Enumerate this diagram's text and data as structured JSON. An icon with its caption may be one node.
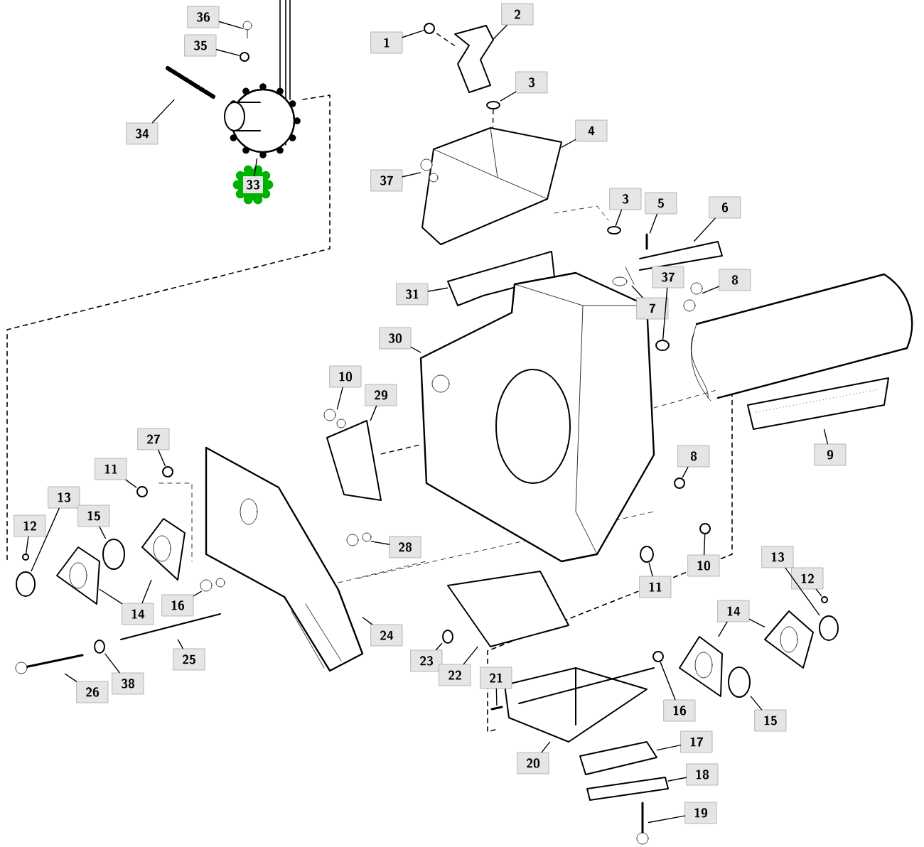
{
  "diagram": {
    "nodes": [
      {
        "text": [
          "36"
        ]
      },
      {
        "text": [
          "2"
        ]
      },
      {
        "text": [
          "35"
        ]
      },
      {
        "text": [
          "1"
        ]
      },
      {
        "text": [
          "3"
        ]
      },
      {
        "text": [
          "34"
        ]
      },
      {
        "text": [
          "4"
        ]
      },
      {
        "text": [
          "37"
        ]
      },
      {
        "text": [
          "33"
        ]
      },
      {
        "text": [
          "3"
        ]
      },
      {
        "text": [
          "5"
        ]
      },
      {
        "text": [
          "6"
        ]
      },
      {
        "text": [
          "37"
        ]
      },
      {
        "text": [
          "8"
        ]
      },
      {
        "text": [
          "31"
        ]
      },
      {
        "text": [
          "7"
        ]
      },
      {
        "text": [
          "30"
        ]
      },
      {
        "text": [
          "10"
        ]
      },
      {
        "text": [
          "29"
        ]
      },
      {
        "text": [
          "27"
        ]
      },
      {
        "text": [
          "9"
        ]
      },
      {
        "text": [
          "8"
        ]
      },
      {
        "text": [
          "11"
        ]
      },
      {
        "text": [
          "13"
        ]
      },
      {
        "text": [
          "15"
        ]
      },
      {
        "text": [
          "12"
        ]
      },
      {
        "text": [
          "28"
        ]
      },
      {
        "text": [
          "13"
        ]
      },
      {
        "text": [
          "10"
        ]
      },
      {
        "text": [
          "12"
        ]
      },
      {
        "text": [
          "11"
        ]
      },
      {
        "text": [
          "16"
        ]
      },
      {
        "text": [
          "14"
        ]
      },
      {
        "text": [
          "14"
        ]
      },
      {
        "text": [
          "24"
        ]
      },
      {
        "text": [
          "25"
        ]
      },
      {
        "text": [
          "23"
        ]
      },
      {
        "text": [
          "22"
        ]
      },
      {
        "text": [
          "21"
        ]
      },
      {
        "text": [
          "38"
        ]
      },
      {
        "text": [
          "26"
        ]
      },
      {
        "text": [
          "16"
        ]
      },
      {
        "text": [
          "15"
        ]
      },
      {
        "text": [
          "17"
        ]
      },
      {
        "text": [
          "20"
        ]
      },
      {
        "text": [
          "18"
        ]
      },
      {
        "text": [
          "19"
        ]
      },
      {
        "text": [],
        "shape": "picture"
      },
      {
        "text": [],
        "shape": "picture"
      },
      {
        "text": [],
        "shape": "circle"
      },
      {
        "text": [],
        "shape": "circle"
      },
      {
        "text": [],
        "shape": "circle"
      },
      {
        "text": [],
        "shape": "picture"
      },
      {
        "text": [],
        "shape": "picture"
      },
      {
        "text": [],
        "shape": "picture"
      },
      {
        "text": [],
        "shape": "picture"
      },
      {
        "text": [],
        "shape": "circle"
      },
      {
        "text": [],
        "shape": "picture"
      },
      {
        "text": [],
        "shape": "picture"
      },
      {
        "text": [],
        "shape": "circle"
      },
      {
        "text": [],
        "shape": "picture"
      },
      {
        "text": [],
        "shape": "picture"
      },
      {
        "text": [],
        "shape": "picture"
      },
      {
        "text": [],
        "shape": "picture"
      },
      {
        "text": [],
        "shape": "picture"
      },
      {
        "text": [],
        "shape": "picture"
      },
      {
        "text": [],
        "shape": "circle"
      },
      {
        "text": [],
        "shape": "picture"
      },
      {
        "text": [],
        "shape": "circle"
      },
      {
        "text": [],
        "shape": "circle"
      },
      {
        "text": [],
        "shape": "circle"
      },
      {
        "text": [],
        "shape": "circle"
      },
      {
        "text": [],
        "shape": "circle"
      },
      {
        "text": [],
        "shape": "picture"
      },
      {
        "text": [],
        "shape": "circle"
      },
      {
        "text": [],
        "shape": "circle"
      },
      {
        "text": [],
        "shape": "circle"
      },
      {
        "text": [],
        "shape": "circle"
      },
      {
        "text": [],
        "shape": "picture"
      },
      {
        "text": [],
        "shape": "picture"
      },
      {
        "text": [],
        "shape": "picture"
      },
      {
        "text": [],
        "shape": "picture"
      },
      {
        "text": [],
        "shape": "picture"
      },
      {
        "text": [],
        "shape": "picture"
      },
      {
        "text": [],
        "shape": "picture"
      },
      {
        "text": [],
        "shape": "circle"
      },
      {
        "text": [],
        "shape": "picture"
      },
      {
        "text": [],
        "shape": "picture"
      },
      {
        "text": [],
        "shape": "circle"
      },
      {
        "text": [],
        "shape": "picture"
      },
      {
        "text": [],
        "shape": "circle"
      },
      {
        "text": [],
        "shape": "circle"
      },
      {
        "text": [],
        "shape": "picture"
      },
      {
        "text": [],
        "shape": "picture"
      },
      {
        "text": [],
        "shape": "bar"
      },
      {
        "text": [],
        "shape": "picture"
      }
    ],
    "edges": [
      {
        "from": 0,
        "to": 47,
        "arrow": "none"
      },
      {
        "from": 1,
        "to": 48,
        "arrow": "none"
      },
      {
        "from": 2,
        "to": 49,
        "arrow": "none"
      },
      {
        "from": 3,
        "to": 50,
        "arrow": "none"
      },
      {
        "from": 4,
        "to": 51,
        "arrow": "none"
      },
      {
        "from": 5,
        "to": 52,
        "arrow": "none"
      },
      {
        "from": 6,
        "to": 53,
        "arrow": "none"
      },
      {
        "from": 7,
        "to": 54,
        "arrow": "none"
      },
      {
        "from": 8,
        "to": 55,
        "arrow": "none"
      },
      {
        "from": 9,
        "to": 56,
        "arrow": "none"
      },
      {
        "from": 10,
        "to": 57,
        "arrow": "none"
      },
      {
        "from": 11,
        "to": 58,
        "arrow": "none"
      },
      {
        "from": 12,
        "to": 59,
        "arrow": "none"
      },
      {
        "from": 13,
        "to": 60,
        "arrow": "none"
      },
      {
        "from": 14,
        "to": 61,
        "arrow": "none"
      },
      {
        "from": 15,
        "to": 62,
        "arrow": "none"
      },
      {
        "from": 16,
        "to": 63,
        "arrow": "none"
      },
      {
        "from": 17,
        "to": 64,
        "arrow": "none"
      },
      {
        "from": 18,
        "to": 65,
        "arrow": "none"
      },
      {
        "from": 19,
        "to": 66,
        "arrow": "none"
      },
      {
        "from": 20,
        "to": 67,
        "arrow": "none"
      },
      {
        "from": 21,
        "to": 68,
        "arrow": "none"
      },
      {
        "from": 22,
        "to": 69,
        "arrow": "none"
      },
      {
        "from": 23,
        "to": 70,
        "arrow": "none"
      },
      {
        "from": 24,
        "to": 71,
        "arrow": "none"
      },
      {
        "from": 25,
        "to": 72,
        "arrow": "none"
      },
      {
        "from": 26,
        "to": 73,
        "arrow": "none"
      },
      {
        "from": 27,
        "to": 74,
        "arrow": "none"
      },
      {
        "from": 28,
        "to": 75,
        "arrow": "none"
      },
      {
        "from": 29,
        "to": 76,
        "arrow": "none"
      },
      {
        "from": 30,
        "to": 77,
        "arrow": "none"
      },
      {
        "from": 31,
        "to": 78,
        "arrow": "none"
      },
      {
        "from": 32,
        "to": 79,
        "arrow": "none"
      },
      {
        "from": 32,
        "to": 80,
        "arrow": "none"
      },
      {
        "from": 33,
        "to": 81,
        "arrow": "none"
      },
      {
        "from": 33,
        "to": 82,
        "arrow": "none"
      },
      {
        "from": 34,
        "to": 83,
        "arrow": "none"
      },
      {
        "from": 35,
        "to": 84,
        "arrow": "none"
      },
      {
        "from": 36,
        "to": 85,
        "arrow": "none"
      },
      {
        "from": 37,
        "to": 86,
        "arrow": "none"
      },
      {
        "from": 38,
        "to": 87,
        "arrow": "none"
      },
      {
        "from": 39,
        "to": 88,
        "arrow": "none"
      },
      {
        "from": 40,
        "to": 89,
        "arrow": "none"
      },
      {
        "from": 41,
        "to": 90,
        "arrow": "none"
      },
      {
        "from": 42,
        "to": 91,
        "arrow": "none"
      },
      {
        "from": 43,
        "to": 92,
        "arrow": "none"
      },
      {
        "from": 44,
        "to": 93,
        "arrow": "none"
      },
      {
        "from": 45,
        "to": 94,
        "arrow": "none"
      },
      {
        "from": 46,
        "to": 95,
        "arrow": "none"
      },
      {
        "from": 48,
        "to": 50,
        "arrow": "none",
        "style": "dashed"
      },
      {
        "from": 51,
        "to": 53,
        "arrow": "none",
        "style": "dashed"
      },
      {
        "from": 65,
        "to": 63,
        "arrow": "none",
        "style": "dashed"
      }
    ]
  }
}
